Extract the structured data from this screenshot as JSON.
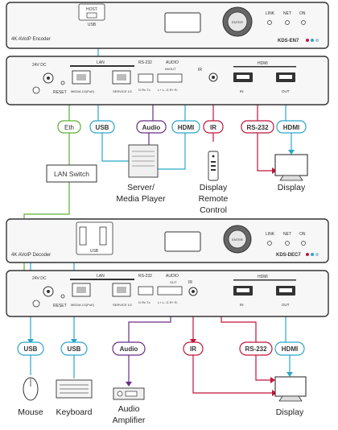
{
  "colors": {
    "usb": "#2aa6c9",
    "eth": "#5cb030",
    "audio": "#6a2d86",
    "hdmi": "#2aa6c9",
    "ir": "#c0143c",
    "rs232": "#c0143c",
    "device_outline": "#333333",
    "panel_fill": "#f7f7f7"
  },
  "encoder": {
    "front": {
      "host_label": "HOST",
      "usb_label": "USB",
      "name": "4K AVoIP Encoder",
      "enter_label": "ENTER",
      "leds": [
        "LINK",
        "NET",
        "ON"
      ],
      "model": "KDS-EN7"
    },
    "rear": {
      "power_label": "24V DC",
      "reset_label": "RESET",
      "lan_label": "LAN",
      "lan_ports": [
        "MEDIA 1G(PoE)",
        "SERVICE 1G"
      ],
      "rs232_label": "RS-232",
      "audio_label": "AUDIO",
      "audio_sub": "IN/OUT",
      "rs232_pins": "G Rx Tx",
      "audio_pins": "L+ L- G R+ R-",
      "ir_label": "IR",
      "hdmi_label": "HDMI",
      "hdmi_ports": [
        "IN",
        "OUT"
      ]
    }
  },
  "decoder": {
    "front": {
      "name": "4K AVoIP Decoder",
      "usb_label": "USB",
      "enter_label": "ENTER",
      "leds": [
        "LINK",
        "NET",
        "ON"
      ],
      "model": "KDS-DEC7"
    },
    "rear": {
      "power_label": "24V DC",
      "reset_label": "RESET",
      "lan_label": "LAN",
      "lan_ports": [
        "MEDIA 1G(PoE)",
        "SERVICE 1G"
      ],
      "rs232_label": "RS-232",
      "audio_label": "AUDIO",
      "audio_sub": "OUT",
      "rs232_pins": "G Rx Tx",
      "audio_pins": "L+ L- G R+ R-",
      "ir_label": "IR",
      "hdmi_label": "HDMI",
      "hdmi_ports": [
        "IN",
        "OUT"
      ]
    }
  },
  "top_tags": {
    "eth": "Eth",
    "usb": "USB",
    "audio": "Audio",
    "hdmi_in": "HDMI",
    "ir": "IR",
    "rs232": "RS-232",
    "hdmi_out": "HDMI"
  },
  "bottom_tags": {
    "usb_mouse": "USB",
    "usb_keyboard": "USB",
    "audio": "Audio",
    "ir": "IR",
    "rs232": "RS-232",
    "hdmi": "HDMI"
  },
  "switch_label": "LAN Switch",
  "devices_top": {
    "server": [
      "Server/",
      "Media Player"
    ],
    "remote": [
      "Display",
      "Remote",
      "Control"
    ],
    "display": "Display"
  },
  "devices_bottom": {
    "mouse": "Mouse",
    "keyboard": "Keyboard",
    "amplifier": [
      "Audio",
      "Amplifier"
    ],
    "display": "Display"
  }
}
